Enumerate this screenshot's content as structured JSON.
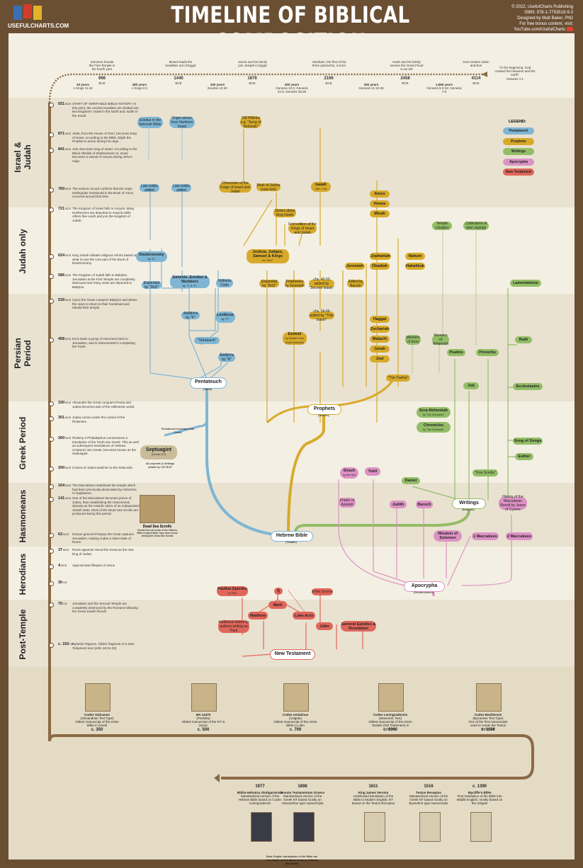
{
  "header": {
    "title": "TIMELINE OF BIBLICAL COMPOSITION",
    "logo_text": "USEFULCHARTS.COM",
    "pub_line1": "© 2022, UsefulCharts Publishing",
    "pub_line2": "ISBN: 978-1-7753519-9-3",
    "pub_line3": "Designed by Matt Baker, PhD",
    "pub_line4": "For free bonus content, visit:",
    "pub_line5": "YouTube.com/UsefulCharts",
    "logo_colors": [
      "#3a6fb5",
      "#d23c2a",
      "#e3b22b"
    ]
  },
  "top_timeline": {
    "dates": [
      {
        "year": "966",
        "era": "BCE",
        "desc": "Solomon founds the First Temple in his fourth year"
      },
      {
        "year": "1446",
        "era": "BCE",
        "desc": "Moses leads the Israelites out of Egypt"
      },
      {
        "year": "1876",
        "era": "BCE",
        "desc": "Jacob and his family join Joseph in Egypt"
      },
      {
        "year": "2166",
        "era": "BCE",
        "desc": "Abraham, the first of the three patriarchs, is born"
      },
      {
        "year": "2458",
        "era": "BCE",
        "desc": "Noah and his family survive the Great Flood in an ark"
      },
      {
        "year": "4114",
        "era": "BCE",
        "desc": "God creates Adam and Eve"
      }
    ],
    "gaps": [
      {
        "label": "30 years",
        "note": "1 Kings 11:42"
      },
      {
        "label": "480 years",
        "note": "1 Kings 6:1"
      },
      {
        "label": "430 years",
        "note": "Exodus 12:40"
      },
      {
        "label": "290 years",
        "note": "Genesis 12:4; Genesis 21:5; Genesis 25:26"
      },
      {
        "label": "292 years",
        "note": "Genesis 11:10-26"
      },
      {
        "label": "1,656 years",
        "note": "Genesis 5:3-32; Genesis 7:6"
      }
    ],
    "beginning_quote": "\"In the beginning, God created the heavens and the earth\"",
    "beginning_ref": "Genesis 1:1"
  },
  "periods": [
    {
      "name": "Israel & Judah"
    },
    {
      "name": "Judah only"
    },
    {
      "name": "Persian Period"
    },
    {
      "name": "Greek Period"
    },
    {
      "name": "Hasmoneans"
    },
    {
      "name": "Herodians"
    },
    {
      "name": "Post-Temple"
    }
  ],
  "events": [
    {
      "date": "931",
      "era": "BCE",
      "text": "START OF VERIFIABLE BIBLE HISTORY. At this point, the Ancient Israelites are divided into two kingdoms: Israel in the North and Judah in the South."
    },
    {
      "date": "871",
      "era": "BCE",
      "text": "Ahab, from the House of Omri, becomes King of Israel. According to the Bible, Elijah the Prophet is active during his reign."
    },
    {
      "date": "841",
      "era": "BCE",
      "text": "Jehu becomes King of Israel. According to the Black Obelisk of Shalmaneser III, Israel becomes a vassal of Assyria during Jehu's reign."
    },
    {
      "date": "760",
      "era": "BCE",
      "text": "The seismic record confirms that the major earthquake mentioned in the Book of Amos occurred around this time."
    },
    {
      "date": "721",
      "era": "BCE",
      "text": "The Kingdom of Israel falls to Assyria. Many Northerners are deported to Assyria while others flee south and join the Kingdom of Judah."
    },
    {
      "date": "624",
      "era": "BCE",
      "text": "King Josiah initiates religious reform based on what is now the core part of the Book of Deuteronomy."
    },
    {
      "date": "586",
      "era": "BCE",
      "text": "The Kingdom of Judah falls to Babylon. Jerusalem & the First Temple are completely destroyed and many Jews are deported to Babylon."
    },
    {
      "date": "539",
      "era": "BCE",
      "text": "Cyrus the Great conquers Babylon and allows the Jews to return to their homeland and rebuild their temple."
    },
    {
      "date": "458",
      "era": "BCE",
      "text": "Ezra leads a group of returnees back to Jerusalem, and is instrumental in completing the Torah."
    },
    {
      "date": "330",
      "era": "BCE",
      "text": "Alexander the Great conquers Persia and Judea becomes part of the Hellenistic world."
    },
    {
      "date": "301",
      "era": "BCE",
      "text": "Judea comes under the control of the Ptolemies."
    },
    {
      "date": "260",
      "era": "BCE",
      "text": "Ptolemy II Philadelphus commissions a translation of the Torah into Greek. This as well as subsequent translations of Hebrew scriptures into Greek, becomes known as the Septuagint."
    },
    {
      "date": "200",
      "era": "BCE",
      "text": "Control of Judea switches to the Seleucids."
    },
    {
      "date": "164",
      "era": "BCE",
      "text": "The Maccabees rededicate the temple which had been previously desecrated by Antiochus IV Epiphanes."
    },
    {
      "date": "141",
      "era": "BCE",
      "text": "One of the Maccabees becomes prince of Judea, thus establishing the Hasmonean dynasty as the Hasidic rulers of an independent Jewish state. Most of the Dead Sea Scrolls are produced during this period."
    },
    {
      "date": "63",
      "era": "BCE",
      "text": "Roman general Pompey the Great captures Jerusalem, making Judea a client state of Rome."
    },
    {
      "date": "37",
      "era": "BCE",
      "text": "Rome appoints Herod the Great as the new king of Judea."
    },
    {
      "date": "4",
      "era": "BCE",
      "text": "Approximate lifespan of Jesus"
    },
    {
      "date": "30",
      "era": "CE",
      "text": ""
    },
    {
      "date": "70",
      "era": "CE",
      "text": "Jerusalem and the Second Temple are completely destroyed by the Romans following the Great Jewish Revolt."
    },
    {
      "date": "c. 150",
      "era": "CE",
      "text": "Rylands Papyrus. Oldest fragment of a New Testament text (John 18:31-33)"
    }
  ],
  "legend": {
    "title": "LEGEND:",
    "items": [
      {
        "label": "Pentateuch",
        "color": "#7fb6d4"
      },
      {
        "label": "Prophets",
        "color": "#d7aa2a"
      },
      {
        "label": "Writings",
        "color": "#93bd66"
      },
      {
        "label": "Apocrypha",
        "color": "#dd92c4"
      },
      {
        "label": "New Testament",
        "color": "#e0665a"
      }
    ]
  },
  "nodes": {
    "pent_1": "Exodus in the Asherah Bible",
    "pent_2": "Origin stories from Northern Israel",
    "pent_3": "Law codes added",
    "pent_4": "Law codes added",
    "deuteronomy": "Deuteronomy",
    "deuteronomy_src": "by \"D\"",
    "genesis": "Genesis, Exodus & Numbers",
    "genesis_src": "by \"J\" & \"E\"",
    "expanded_d": "Expanded by \"Dtr2\"",
    "holiness": "Holiness Code",
    "additions_p": "Additions by \"P\"",
    "leviticus": "Leviticus",
    "leviticus_src": "by \"P\"",
    "tetrateuch": "\"Tetrateuch\"",
    "additions_r": "Additions by \"R\"",
    "pentateuch": "Pentateuch",
    "pentateuch_sub": "(Torah)",
    "prop_1": "Old Hebrew e.g. \"Song of Deborah\"",
    "prop_2": "Chronicles of the Kings of Israel and Judah",
    "prop_3": "Book of Jashar (now lost)",
    "prop_4": "Stories about King David",
    "prop_5": "First edition of the Kings of Israel and Judah",
    "isaiah": "Isaiah",
    "isaiah_sub": "chs. 1-39",
    "joshua": "Joshua, Judges, Samuel & Kings",
    "joshua_src": "by \"Dtr1\"",
    "expanded_dtr2": "Expanded by \"Dtr2\"",
    "prophesies": "Prophesies by Jeremiah",
    "isa_40": "chs. 40-55 added by \"Second Isaiah\"",
    "isa_56": "chs. 56-66 added by \"Trito Isaiah\"",
    "edited_baruch": "Edited by Baruch",
    "amos": "Amos",
    "hosea": "Hosea",
    "micah": "Micah",
    "zephaniah": "Zephaniah",
    "nahum": "Nahum",
    "obadiah": "Obadiah",
    "habakkuk": "Habakkuk",
    "jeremiah": "Jeremiah",
    "ezekiel": "Ezekiel",
    "ezekiel_sub": "by Ezekiel or the Great 'Assembly'",
    "haggai": "Haggai",
    "zechariah": "Zechariah",
    "malachi": "Malachi",
    "jonah": "Jonah",
    "joel": "Joel",
    "the_twelve": "\"The Twelve\"",
    "prophets": "Prophets",
    "prophets_sub": "(Nevi'im)",
    "temple_liturgies": "Temple Liturgies",
    "wisdom": "Collections of wise sayings",
    "memoirs_ezra": "Memoirs of Ezra",
    "memoirs_neh": "Memoirs of Nehemiah",
    "psalms": "Psalms",
    "proverbs": "Proverbs",
    "lamentations": "Lamentations",
    "ruth": "Ruth",
    "job": "Job",
    "ecclesiastes": "Ecclesiastes",
    "ezra_neh": "Ezra-Nehemiah",
    "ezra_neh_src": "by \"The Chronicler\"",
    "chronicles": "Chronicles",
    "chronicles_src": "by \"The Chronicler\"",
    "song": "Song of Songs",
    "esther": "Esther",
    "five_scrolls": "\"Five Scrolls\"",
    "daniel": "Daniel",
    "writings": "Writings",
    "writings_sub": "(Ketuvim)",
    "pent_greek": "Pentateuch translated into Greek",
    "septuagint": "Septuagint",
    "septuagint_sub": "(Greek OT)",
    "sept_note": "All prophets & Writings added by 132 BCE",
    "sirach": "Sirach",
    "sirach_sub": "by Ben Sira",
    "tobit": "Tobit",
    "prayer_azariah": "Prayer of Azariah",
    "judith": "Judith",
    "baruch": "Baruch",
    "history_macc": "History of the Maccabean Revolt by Jason of Cyrene",
    "hebrew_bible": "Hebrew Bible",
    "hebrew_bible_sub": "(Tanakh)",
    "wisdom_solomon": "Wisdom of Solomon",
    "macc1": "1 Maccabees",
    "macc2": "2 Maccabees",
    "apocrypha": "Apocrypha",
    "apocrypha_sub": "(Deuterocanon)",
    "dss": "Dead Sea Scrolls",
    "dss_sub": "Scrolls from all books of the Hebrew Bible except Esther have been found among the Dead Sea Scrolls",
    "pauline": "Pauline Epistles",
    "pauline_sub": "by Paul",
    "q": "Q",
    "extra": "Extra Source",
    "mark": "Mark",
    "matthew": "Matthew",
    "luke": "Luke-Acts",
    "john": "John",
    "general": "General Epistles & Revelation",
    "add_letters": "Additional letters by authors writing as Paul",
    "nt": "New Testament"
  },
  "manuscripts_top": [
    {
      "name": "Codex Vaticanus",
      "sub": "(Alexandrian Text Type)",
      "desc": "Oldest manuscript of the entire Bible in Greek",
      "date": "c. 350"
    },
    {
      "name": "MS 14470",
      "sub": "(Peshitta)",
      "desc": "Oldest manuscript of the NT in Syriac",
      "date": "c. 500"
    },
    {
      "name": "Codex Amiatinus",
      "sub": "(Vulgate)",
      "desc": "Oldest manuscript of the entire Bible in Latin",
      "date": "c. 700"
    },
    {
      "name": "Codex Leningradensis",
      "sub": "(Masoretic Text)",
      "desc": "Oldest manuscript of the entire Tanakh (Old Testament) in Hebrew",
      "date": "c. 1000"
    },
    {
      "name": "Codex Basiliensis",
      "sub": "(Byzantine Text Type)",
      "desc": "One of the first manuscripts used to create the Textus Receptus",
      "date": "c. 1150"
    }
  ],
  "manuscripts_bottom": [
    {
      "name": "Biblia Hebraica Stuttgartensia",
      "desc": "Standardized version of the Hebrew Bible based on Codex Leningradensis",
      "date": "1977"
    },
    {
      "name": "Novum Testamentum Graece",
      "desc": "Standardized version of the Greek NT based mostly on Alexandrian type manuscripts",
      "date": "1898"
    },
    {
      "name": "King James Version",
      "desc": "Celebrated translation of the Bible to Modern English; NT based on the Textus Receptus",
      "date": "1611"
    },
    {
      "name": "Textus Receptus",
      "desc": "Standardized version of the Greek NT based mostly on Byzantine type manuscripts",
      "date": "1516"
    },
    {
      "name": "Wycliffe's Bible",
      "desc": "First translation of the Bible into Middle English, mostly based on the Vulgate",
      "date": "c. 1390"
    }
  ],
  "bottom_note": "Most English translations of the Bible are now based on the latest versions of these two books"
}
